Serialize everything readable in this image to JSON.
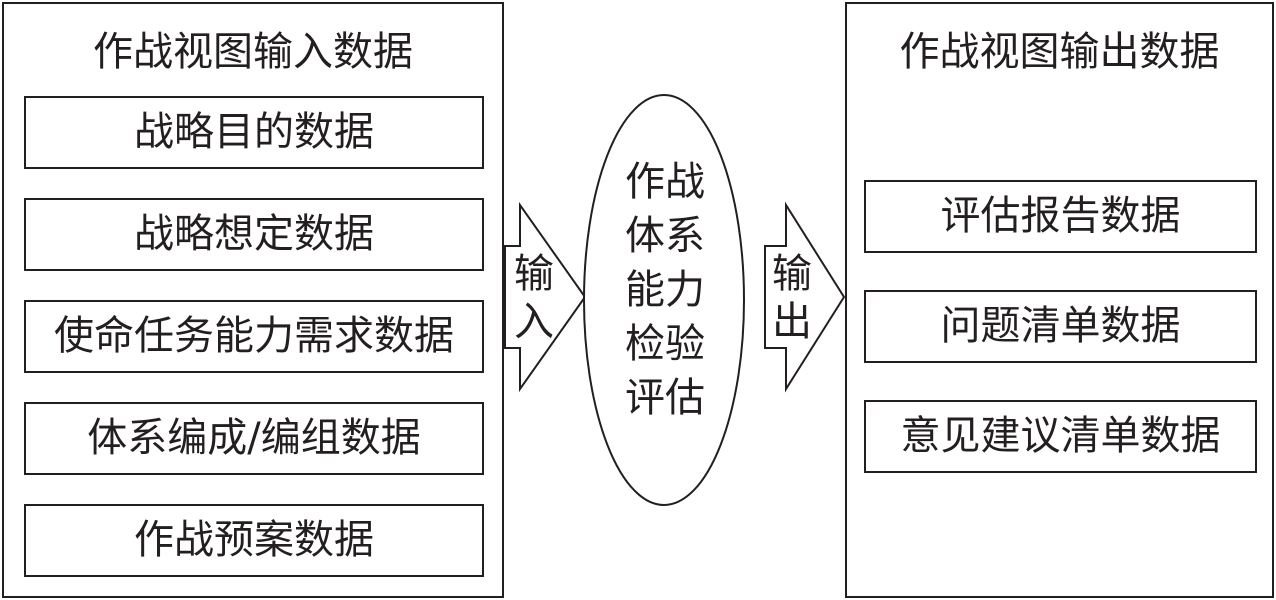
{
  "input_panel": {
    "title": "作战视图输入数据",
    "items": [
      "战略目的数据",
      "战略想定数据",
      "使命任务能力需求数据",
      "体系编成/编组数据",
      "作战预案数据"
    ]
  },
  "input_arrow": {
    "label": "输入"
  },
  "center": {
    "label": "作战体系能力检验评估"
  },
  "output_arrow": {
    "label": "输出"
  },
  "output_panel": {
    "title": "作战视图输出数据",
    "items": [
      "评估报告数据",
      "问题清单数据",
      "意见建议清单数据"
    ]
  },
  "colors": {
    "stroke": "#231f20",
    "fill": "#ffffff"
  }
}
